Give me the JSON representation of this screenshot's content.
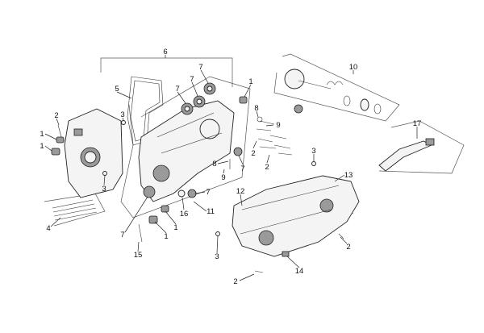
{
  "title": "Crankcase exploded parts diagram",
  "labels": [
    "6",
    "7",
    "7",
    "7",
    "5",
    "1",
    "10",
    "2",
    "3",
    "8",
    "9",
    "1",
    "1",
    "2",
    "2",
    "3",
    "17",
    "8",
    "9",
    "7",
    "13",
    "3",
    "12",
    "7",
    "16",
    "11",
    "4",
    "1",
    "7",
    "1",
    "2",
    "15",
    "3",
    "14",
    "2"
  ],
  "colors": {
    "line": "#222222",
    "fill": "#f4f4f4",
    "shade": "#9a9a9a"
  }
}
